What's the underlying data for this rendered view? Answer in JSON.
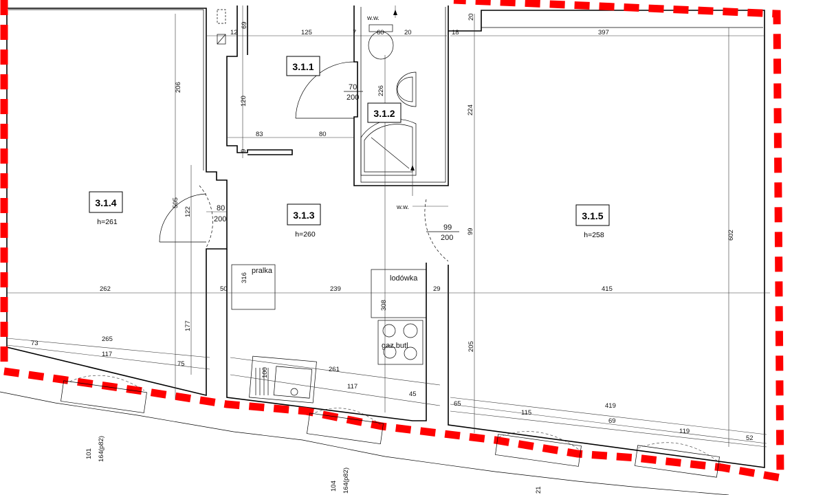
{
  "rooms": [
    {
      "id": "3.1.1",
      "height": ""
    },
    {
      "id": "3.1.2",
      "height": ""
    },
    {
      "id": "3.1.3",
      "height": "h=260"
    },
    {
      "id": "3.1.4",
      "height": "h=261"
    },
    {
      "id": "3.1.5",
      "height": "h=258"
    }
  ],
  "fixtures": {
    "washer": "pralka",
    "fridge": "lodówka",
    "stove": "gaz.butl",
    "vent_top": "w.w.",
    "vent_mid": "w.w."
  },
  "doors": {
    "bath_w": "70",
    "bath_h": "200",
    "room4_w": "80",
    "room4_h": "200",
    "room5_w": "99",
    "room5_h": "200"
  },
  "dims": {
    "top_12": "12",
    "top_69": "69",
    "top_125": "125",
    "top_7": "7",
    "top_60": "60",
    "top_20a": "20",
    "top_20b": "20",
    "top_18": "18",
    "top_397": "397",
    "v_206": "206",
    "v_120": "120",
    "v_226": "226",
    "v_224": "224",
    "h_83": "83",
    "h_80": "80",
    "v_9": "9",
    "v_505": "505",
    "v_122": "122",
    "v_99": "99",
    "v_602": "602",
    "v_316": "316",
    "v_308": "308",
    "h_262": "262",
    "h_50": "50",
    "h_239": "239",
    "h_29": "29",
    "h_415": "415",
    "v_177": "177",
    "v_205": "205",
    "s_265": "265",
    "s_73": "73",
    "s_117a": "117",
    "s_75": "75",
    "s_261": "261",
    "s_100": "100",
    "s_117b": "117",
    "s_45": "45",
    "s_65": "65",
    "s_419": "419",
    "s_115": "115",
    "s_69": "69",
    "s_119": "119",
    "s_52": "52",
    "w_101": "101",
    "w_164a": "164(p82)",
    "w_104": "104",
    "w_164b": "164(p82)",
    "w_21": "21"
  }
}
